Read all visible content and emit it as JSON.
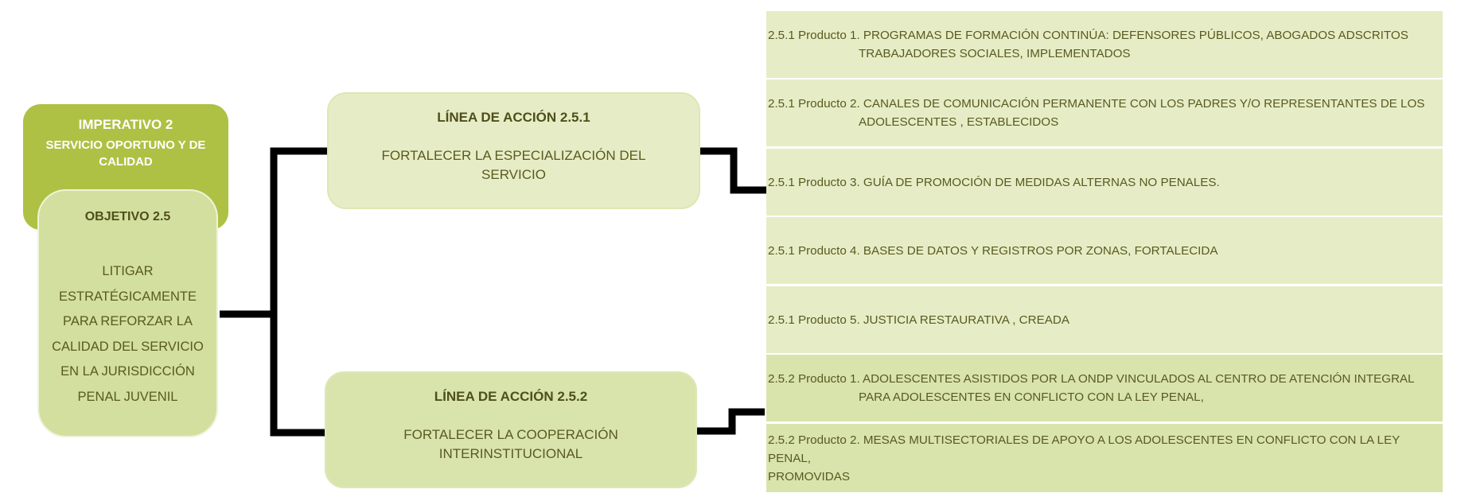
{
  "imperativo": {
    "title": "IMPERATIVO 2",
    "subtitle": "SERVICIO OPORTUNO Y DE CALIDAD"
  },
  "objetivo": {
    "title": "OBJETIVO 2.5",
    "text": "LITIGAR ESTRATÉGICAMENTE PARA REFORZAR LA CALIDAD DEL SERVICIO EN LA JURISDICCIÓN PENAL JUVENIL"
  },
  "lineas": [
    {
      "title": "LÍNEA DE ACCIÓN 2.5.1",
      "text": "FORTALECER LA ESPECIALIZACIÓN DEL SERVICIO"
    },
    {
      "title": "LÍNEA DE ACCIÓN 2.5.2",
      "text": "FORTALECER LA COOPERACIÓN INTERINSTITUCIONAL"
    }
  ],
  "products": [
    {
      "line1": "2.5.1 Producto 1. PROGRAMAS DE FORMACIÓN CONTINÚA: DEFENSORES PÚBLICOS, ABOGADOS ADSCRITOS",
      "line2": "TRABAJADORES SOCIALES, IMPLEMENTADOS"
    },
    {
      "line1": "2.5.1 Producto 2. CANALES DE COMUNICACIÓN PERMANENTE CON LOS PADRES Y/O REPRESENTANTES DE LOS",
      "line2": "ADOLESCENTES , ESTABLECIDOS"
    },
    {
      "line1": "2.5.1 Producto 3. GUÍA DE PROMOCIÓN DE MEDIDAS ALTERNAS NO PENALES.",
      "line2": ""
    },
    {
      "line1": "2.5.1 Producto 4. BASES DE DATOS Y REGISTROS POR ZONAS, FORTALECIDA",
      "line2": ""
    },
    {
      "line1": "2.5.1 Producto 5. JUSTICIA RESTAURATIVA , CREADA",
      "line2": ""
    },
    {
      "line1": "2.5.2 Producto 1. ADOLESCENTES ASISTIDOS POR LA ONDP  VINCULADOS AL CENTRO DE ATENCIÓN INTEGRAL",
      "line2": "PARA ADOLESCENTES EN CONFLICTO CON LA LEY PENAL,"
    },
    {
      "line1": "2.5.2 Producto 2. MESAS MULTISECTORIALES DE APOYO A LOS ADOLESCENTES EN CONFLICTO CON LA LEY PENAL,",
      "line2": "PROMOVIDAS"
    }
  ],
  "colors": {
    "imperativo_bg": "#aec144",
    "objetivo_bg": "#d3df9f",
    "linea_bg": "#e6edc6",
    "product_light": "#e6edc6",
    "product_dark": "#d9e4ad",
    "text": "#5a5a1f",
    "connector": "#000000"
  }
}
